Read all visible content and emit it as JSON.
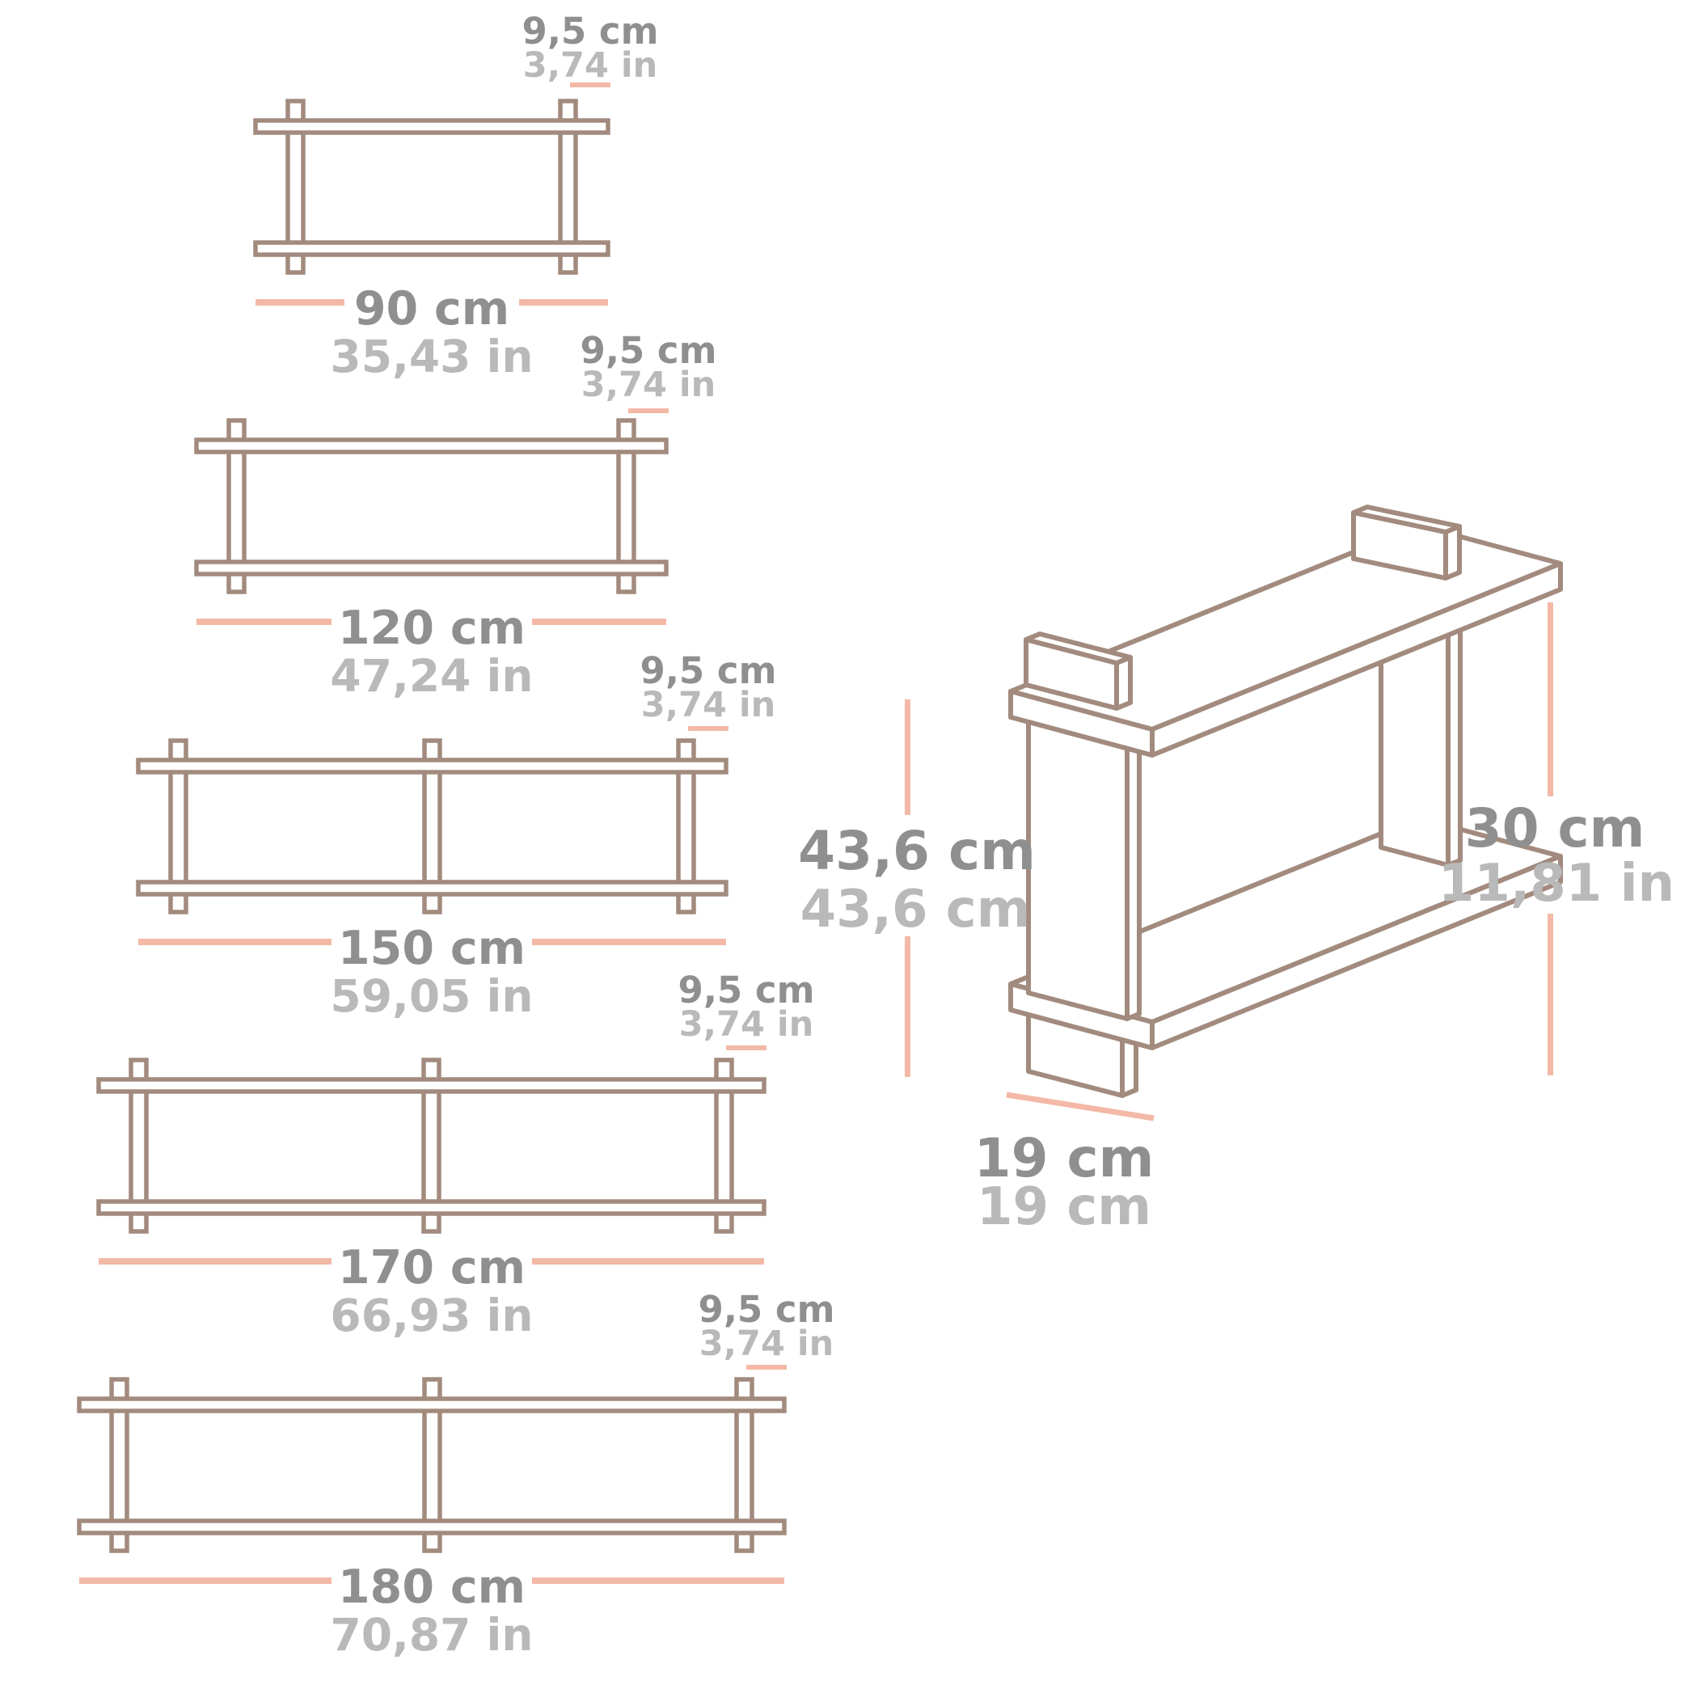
{
  "variants": [
    {
      "width_label": "90 cm",
      "width_inches": "35,43 in",
      "depth_label": "9,5 cm",
      "depth_inches": "3,74 in"
    },
    {
      "width_label": "120 cm",
      "width_inches": "47,24 in",
      "depth_label": "9,5 cm",
      "depth_inches": "3,74 in"
    },
    {
      "width_label": "150 cm",
      "width_inches": "59,05 in",
      "depth_label": "9,5 cm",
      "depth_inches": "3,74 in"
    },
    {
      "width_label": "170 cm",
      "width_inches": "66,93 in",
      "depth_label": "9,5 cm",
      "depth_inches": "3,74 in"
    },
    {
      "width_label": "180 cm",
      "width_inches": "70,87 in",
      "depth_label": "9,5 cm",
      "depth_inches": "3,74 in"
    }
  ],
  "isometric": {
    "shelf_height_primary": "30 cm",
    "shelf_height_secondary": "11,81 in",
    "total_height_primary": "43,6 cm",
    "total_height_secondary": "43,6 cm",
    "depth_primary": "19 cm",
    "depth_secondary": "19 cm"
  },
  "colors": {
    "outline": "#a28b7e",
    "dimension": "#f3b9a6",
    "label_primary": "#8f8f8f",
    "label_secondary": "#b9b9b9"
  }
}
